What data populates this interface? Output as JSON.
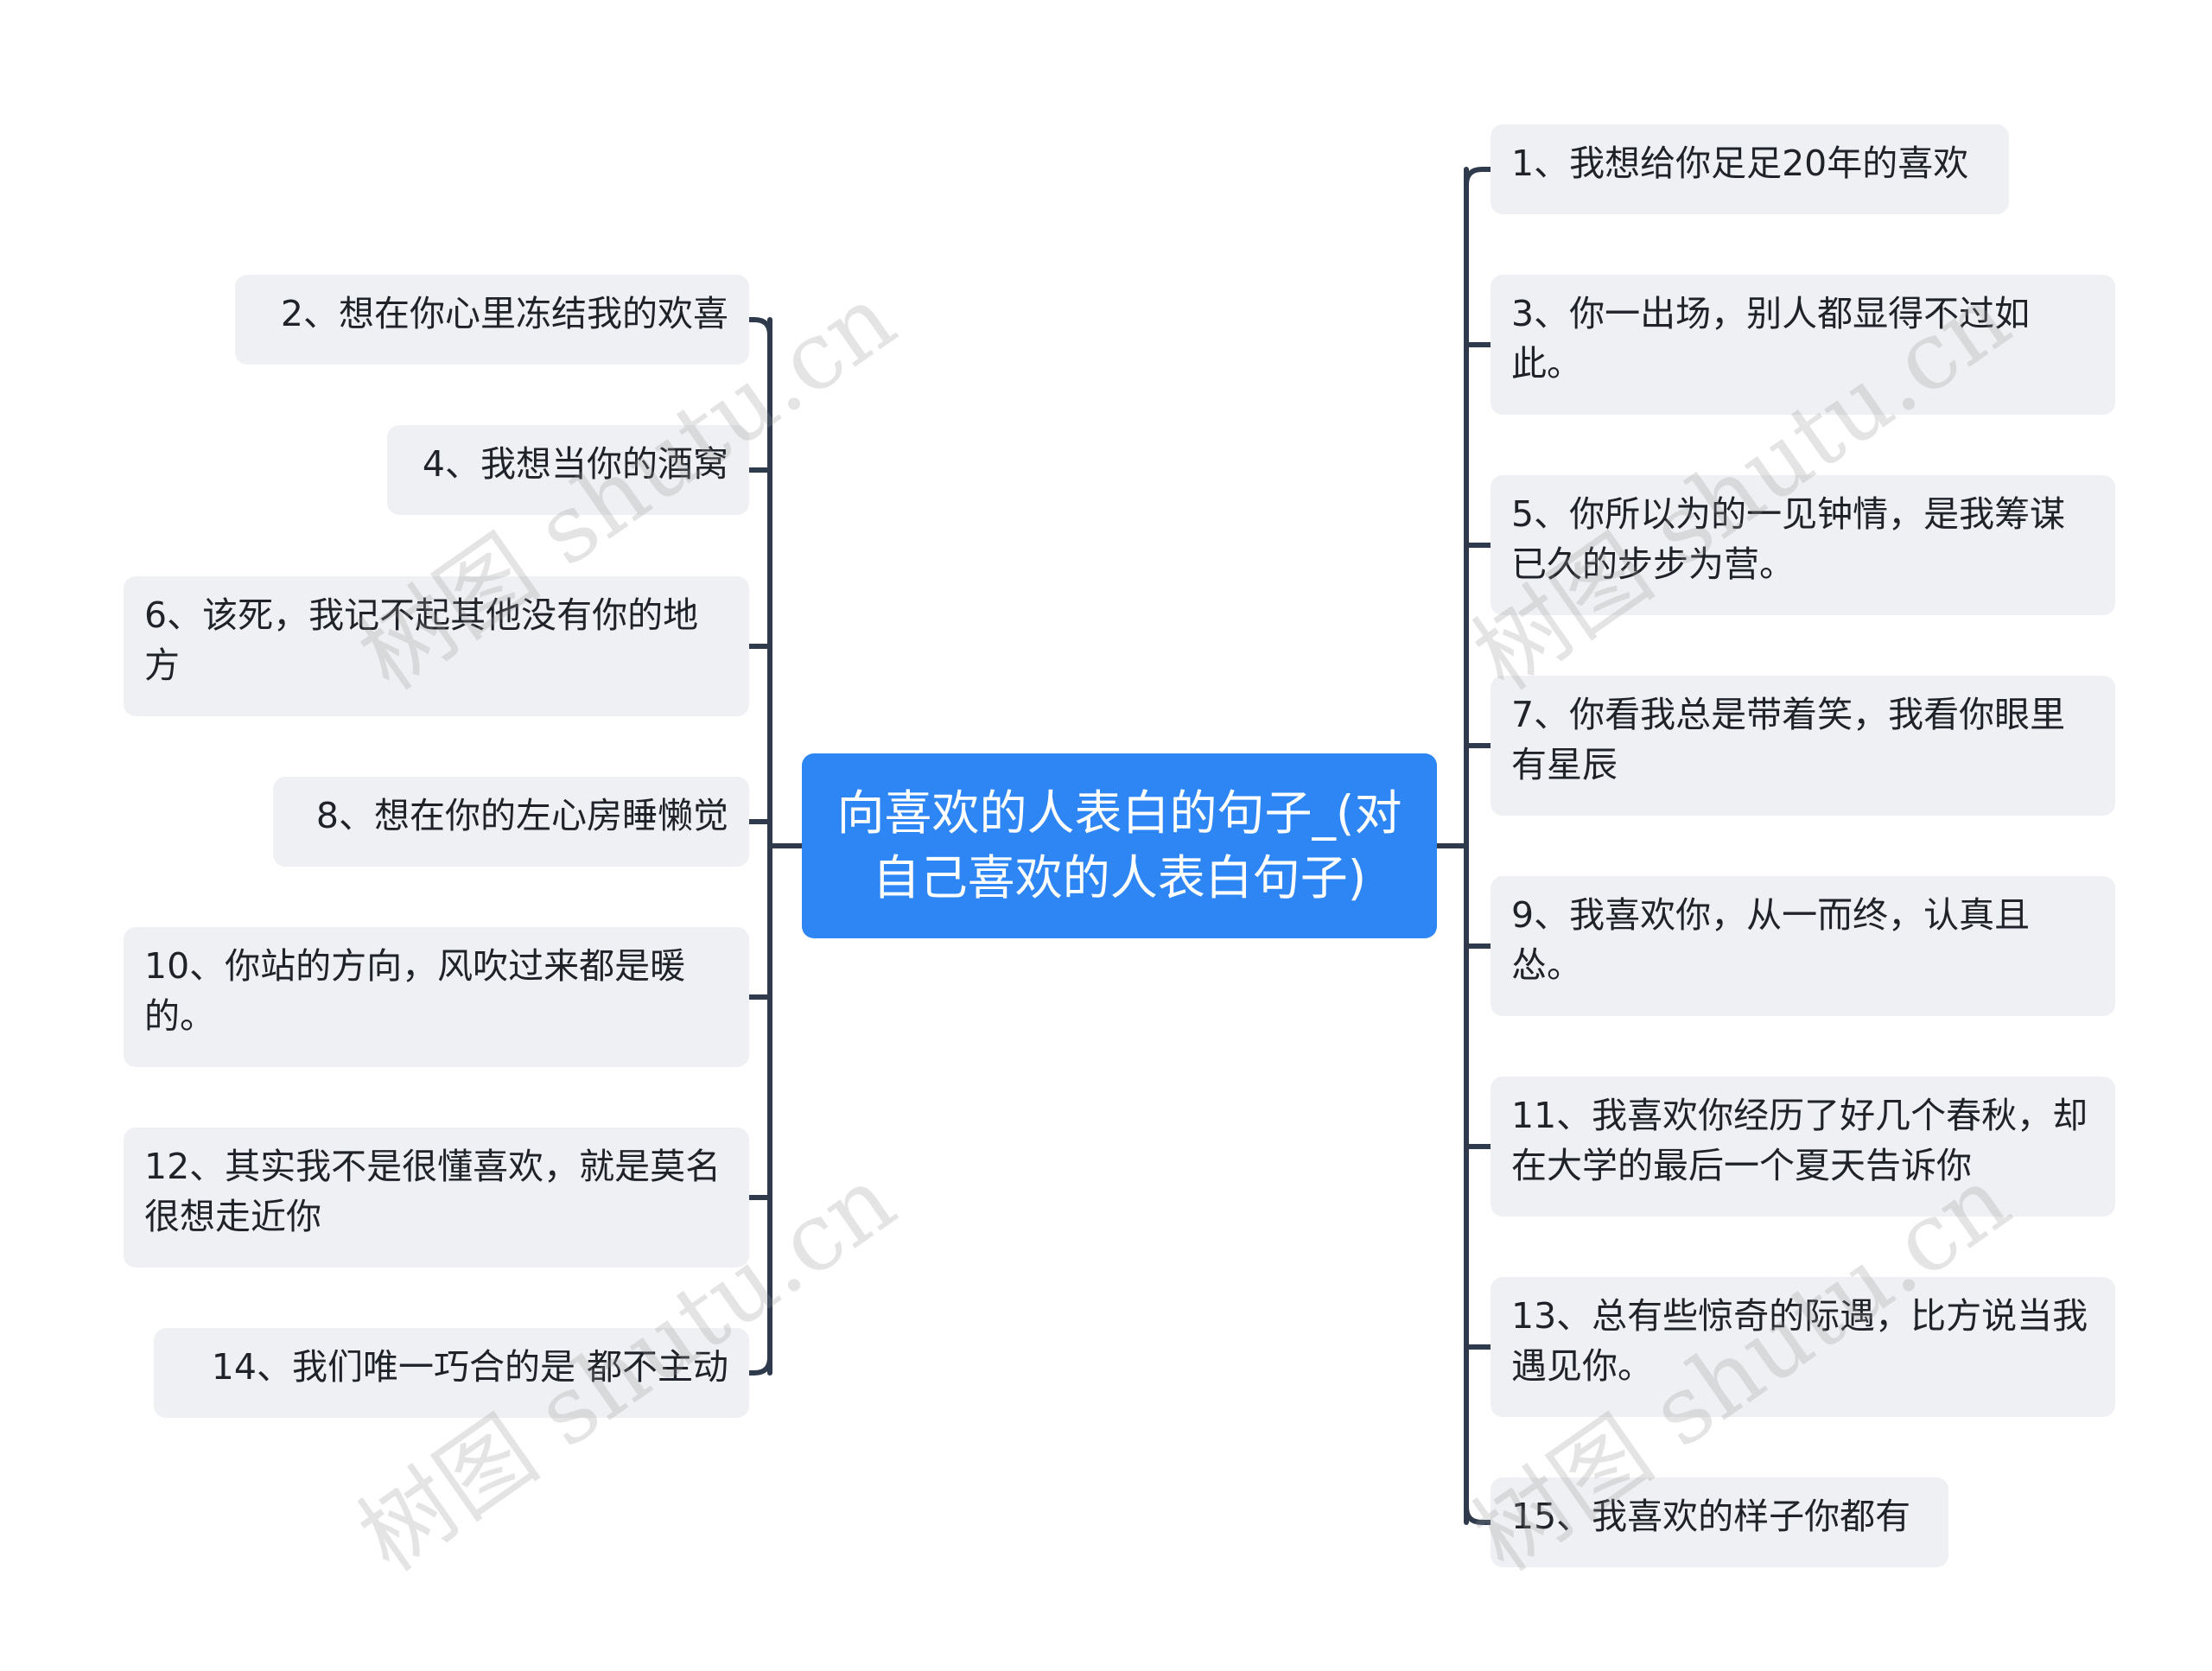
{
  "root": {
    "text": "向喜欢的人表白的句子_(对自己喜欢的人表白句子)"
  },
  "left_nodes": [
    {
      "text": "2、想在你心里冻结我的欢喜"
    },
    {
      "text": "4、我想当你的酒窝"
    },
    {
      "text": "6、该死，我记不起其他没有你的地方"
    },
    {
      "text": "8、想在你的左心房睡懒觉"
    },
    {
      "text": "10、你站的方向，风吹过来都是暖的。"
    },
    {
      "text": "12、其实我不是很懂喜欢，就是莫名很想走近你"
    },
    {
      "text": "14、我们唯一巧合的是 都不主动"
    }
  ],
  "right_nodes": [
    {
      "text": "1、我想给你足足20年的喜欢"
    },
    {
      "text": "3、你一出场，别人都显得不过如此。"
    },
    {
      "text": "5、你所以为的一见钟情，是我筹谋已久的步步为营。"
    },
    {
      "text": "7、你看我总是带着笑，我看你眼里有星辰"
    },
    {
      "text": "9、我喜欢你，从一而终，认真且怂。"
    },
    {
      "text": "11、我喜欢你经历了好几个春秋，却在大学的最后一个夏天告诉你"
    },
    {
      "text": "13、总有些惊奇的际遇，比方说当我遇见你。"
    },
    {
      "text": "15、我喜欢的样子你都有"
    }
  ],
  "watermark": {
    "text": "树图 shutu.cn"
  },
  "colors": {
    "root": "#2e86f5",
    "node": "#eef0f3",
    "connector": "#2f3a4d"
  }
}
